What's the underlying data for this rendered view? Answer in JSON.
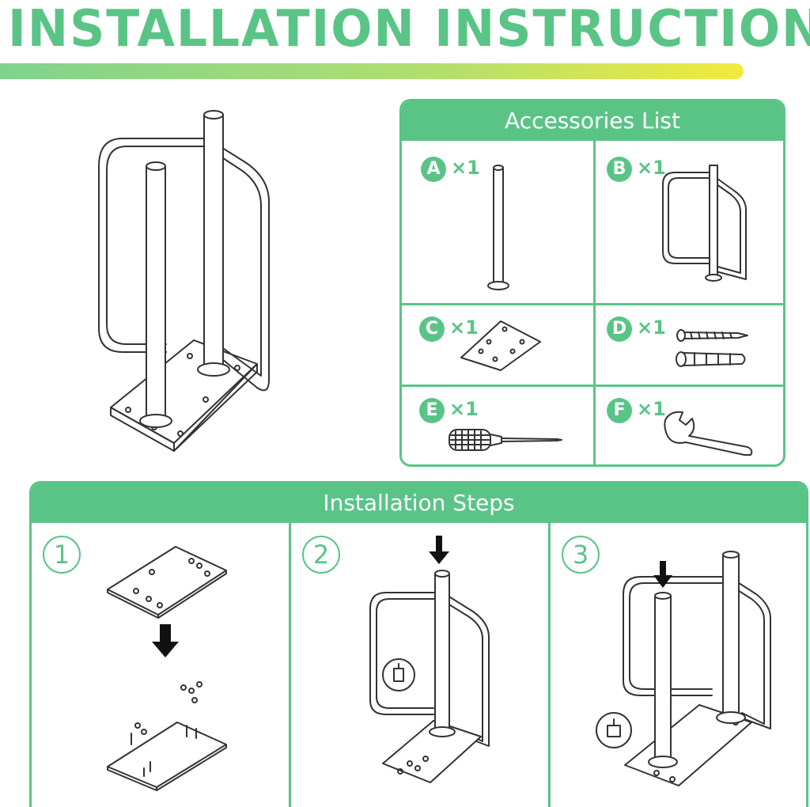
{
  "title": "INSTALLATION INSTRUCTION",
  "colors": {
    "accent": "#5ac487",
    "gradient_end": "#f2ea3d"
  },
  "accessories": {
    "heading": "Accessories List",
    "items": [
      {
        "letter": "A",
        "qty": "×1",
        "icon": "pole-icon"
      },
      {
        "letter": "B",
        "qty": "×1",
        "icon": "towel-bar-icon"
      },
      {
        "letter": "C",
        "qty": "×1",
        "icon": "base-plate-icon"
      },
      {
        "letter": "D",
        "qty": "×1",
        "icon": "screw-and-anchor-icon"
      },
      {
        "letter": "E",
        "qty": "×1",
        "icon": "screwdriver-icon"
      },
      {
        "letter": "F",
        "qty": "×1",
        "icon": "wrench-icon"
      }
    ]
  },
  "steps": {
    "heading": "Installation Steps",
    "items": [
      {
        "number": "1",
        "icon": "attach-plate-icon"
      },
      {
        "number": "2",
        "icon": "insert-bar-icon"
      },
      {
        "number": "3",
        "icon": "insert-pole-icon"
      }
    ]
  }
}
